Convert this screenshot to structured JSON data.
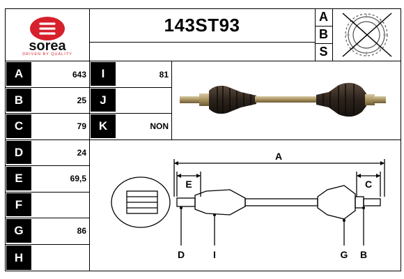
{
  "header": {
    "brand": "sorea",
    "tagline": "DRIVEN BY QUALITY",
    "part_number": "143ST93",
    "abs_letters": [
      "A",
      "B",
      "S"
    ]
  },
  "specs_left": [
    {
      "label": "A",
      "value": "643"
    },
    {
      "label": "B",
      "value": "25"
    },
    {
      "label": "C",
      "value": "79"
    },
    {
      "label": "D",
      "value": "24"
    },
    {
      "label": "E",
      "value": "69,5"
    },
    {
      "label": "F",
      "value": ""
    },
    {
      "label": "G",
      "value": "86"
    },
    {
      "label": "H",
      "value": ""
    }
  ],
  "specs_right": [
    {
      "label": "I",
      "value": "81"
    },
    {
      "label": "J",
      "value": ""
    },
    {
      "label": "K",
      "value": "NON"
    }
  ],
  "diagram_labels": {
    "A": "A",
    "E": "E",
    "C": "C",
    "D": "D",
    "I": "I",
    "G": "G",
    "B": "B"
  },
  "colors": {
    "brand_red": "#d6202b",
    "cell_black": "#000000"
  }
}
